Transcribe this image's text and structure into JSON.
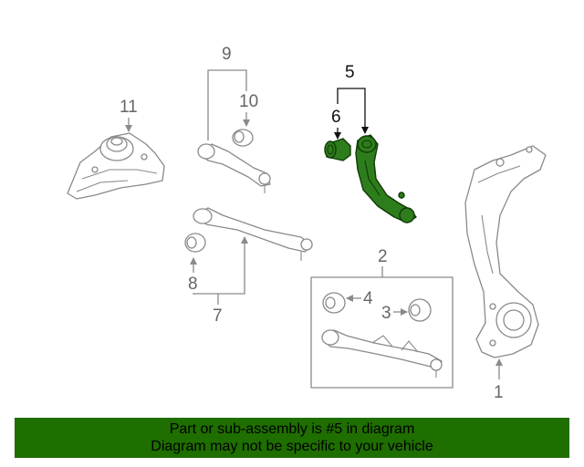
{
  "colors": {
    "highlight_part": "#2e7d1c",
    "banner_background": "#1f6e00",
    "banner_text": "#000000",
    "line_art": "#8a8a8a",
    "callout_text": "#666666",
    "highlight_callout": "#111111"
  },
  "callouts": {
    "c1": "1",
    "c2": "2",
    "c3": "3",
    "c4": "4",
    "c5": "5",
    "c6": "6",
    "c7": "7",
    "c8": "8",
    "c9": "9",
    "c10": "10",
    "c11": "11"
  },
  "highlighted_callout": "5",
  "banner": {
    "line1": "Part or sub-assembly is #5 in diagram",
    "line2": "Diagram may not be specific to your vehicle"
  }
}
